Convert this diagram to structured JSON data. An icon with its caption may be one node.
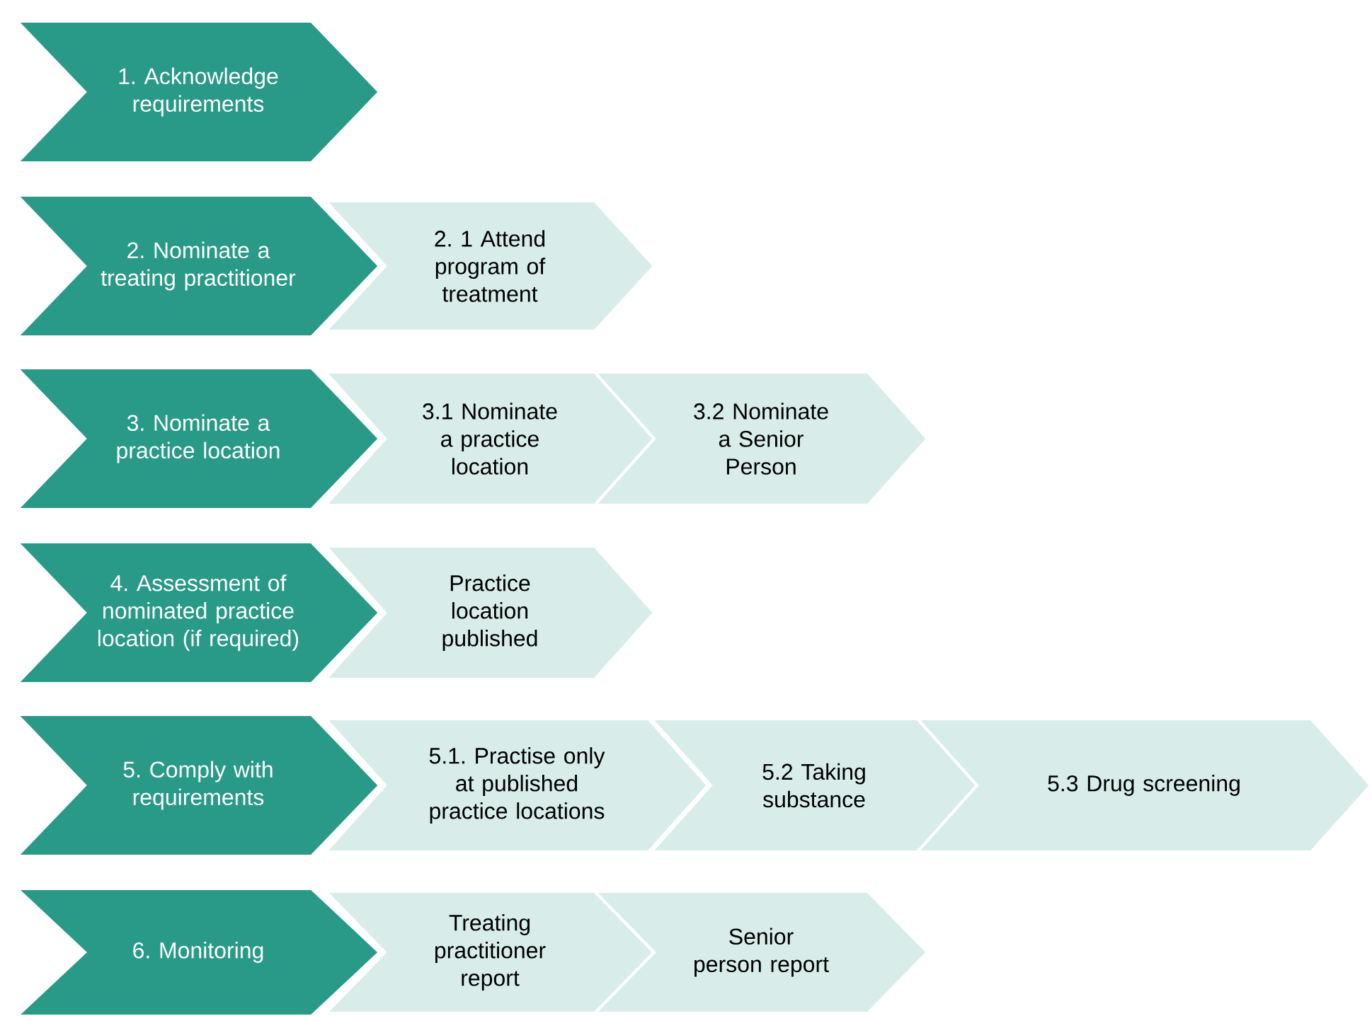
{
  "diagram": {
    "nodes": [
      {
        "text": [
          "1. Acknowledge requirements"
        ]
      },
      {
        "text": [
          "2. Nominate a treating practitioner"
        ]
      },
      {
        "text": [
          "2. 1 Attend program of treatment"
        ]
      },
      {
        "text": [
          "3. Nominate a practice location"
        ]
      },
      {
        "text": [
          "3.1 Nominate a practice location"
        ]
      },
      {
        "text": [
          "3.2 Nominate a Senior Person"
        ]
      },
      {
        "text": [
          "4. Assessment of nominated practice location (if required)"
        ]
      },
      {
        "text": [
          "Practice location published"
        ]
      },
      {
        "text": [
          "5. Comply with requirements"
        ]
      },
      {
        "text": [
          "5.1. Practise only at published practice locations"
        ]
      },
      {
        "text": [
          "5.2 Taking substance"
        ]
      },
      {
        "text": [
          "5.3 Drug screening"
        ]
      },
      {
        "text": [
          "6. Monitoring"
        ]
      },
      {
        "text": [
          "Treating practitioner report"
        ]
      },
      {
        "text": [
          "Senior person report"
        ]
      }
    ]
  }
}
